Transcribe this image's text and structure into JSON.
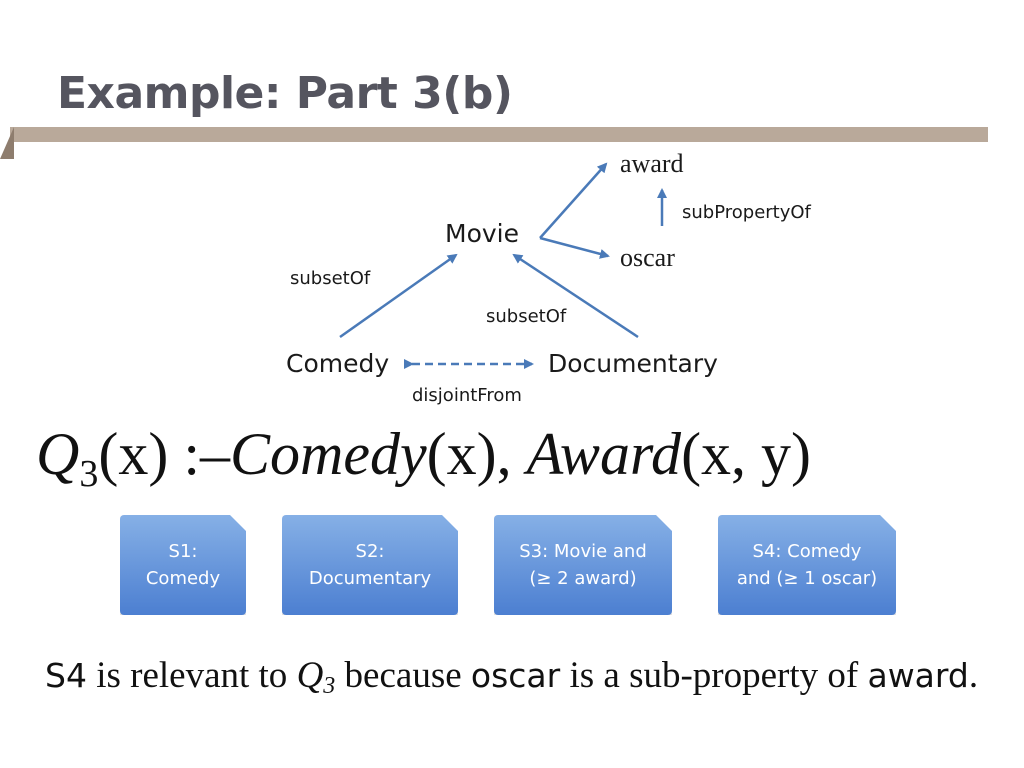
{
  "title": "Example: Part 3(b)",
  "diagram": {
    "nodes": {
      "movie": "Movie",
      "comedy": "Comedy",
      "documentary": "Documentary",
      "award": "award",
      "oscar": "oscar"
    },
    "edges": {
      "comedy_subset": "subsetOf",
      "documentary_subset": "subsetOf",
      "subproperty": "subPropertyOf",
      "disjoint": "disjointFrom"
    }
  },
  "formula": {
    "q": "Q",
    "q_sub": "3",
    "head_args": "(x)",
    "sep": " :–",
    "pred1": "Comedy",
    "args1": "(x), ",
    "pred2": "Award",
    "args2": "(x, y)"
  },
  "sources": [
    {
      "line1": "S1:",
      "line2": "Comedy"
    },
    {
      "line1": "S2:",
      "line2": "Documentary"
    },
    {
      "line1": "S3: Movie and",
      "line2": "(≥ 2 award)"
    },
    {
      "line1": "S4: Comedy",
      "line2": "and (≥ 1 oscar)"
    }
  ],
  "conclusion": {
    "s4": "S4",
    "t1": " is relevant to ",
    "q": "Q",
    "q_sub": "3",
    "t2": " because ",
    "oscar": "oscar",
    "t3": " is a sub-property of ",
    "award": "award",
    "t4": "."
  }
}
